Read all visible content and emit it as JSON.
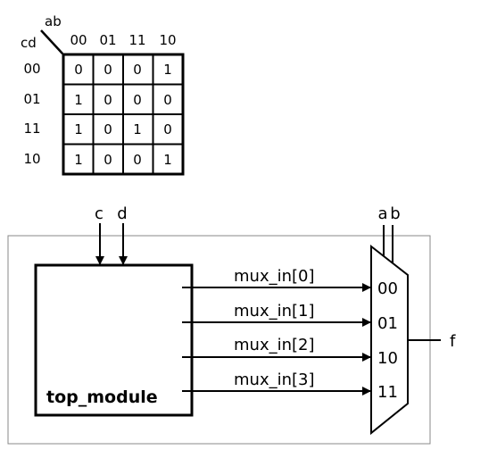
{
  "kmap": {
    "row_var": "cd",
    "col_var": "ab",
    "col_headers": [
      "00",
      "01",
      "11",
      "10"
    ],
    "row_headers": [
      "00",
      "01",
      "11",
      "10"
    ],
    "cells": [
      [
        "0",
        "0",
        "0",
        "1"
      ],
      [
        "1",
        "0",
        "0",
        "0"
      ],
      [
        "1",
        "0",
        "1",
        "0"
      ],
      [
        "1",
        "0",
        "0",
        "1"
      ]
    ]
  },
  "circuit": {
    "inputs": {
      "c": "c",
      "d": "d",
      "a": "a",
      "b": "b"
    },
    "module_name": "top_module",
    "signals": [
      "mux_in[0]",
      "mux_in[1]",
      "mux_in[2]",
      "mux_in[3]"
    ],
    "mux_ports": [
      "00",
      "01",
      "10",
      "11"
    ],
    "output": "f"
  }
}
